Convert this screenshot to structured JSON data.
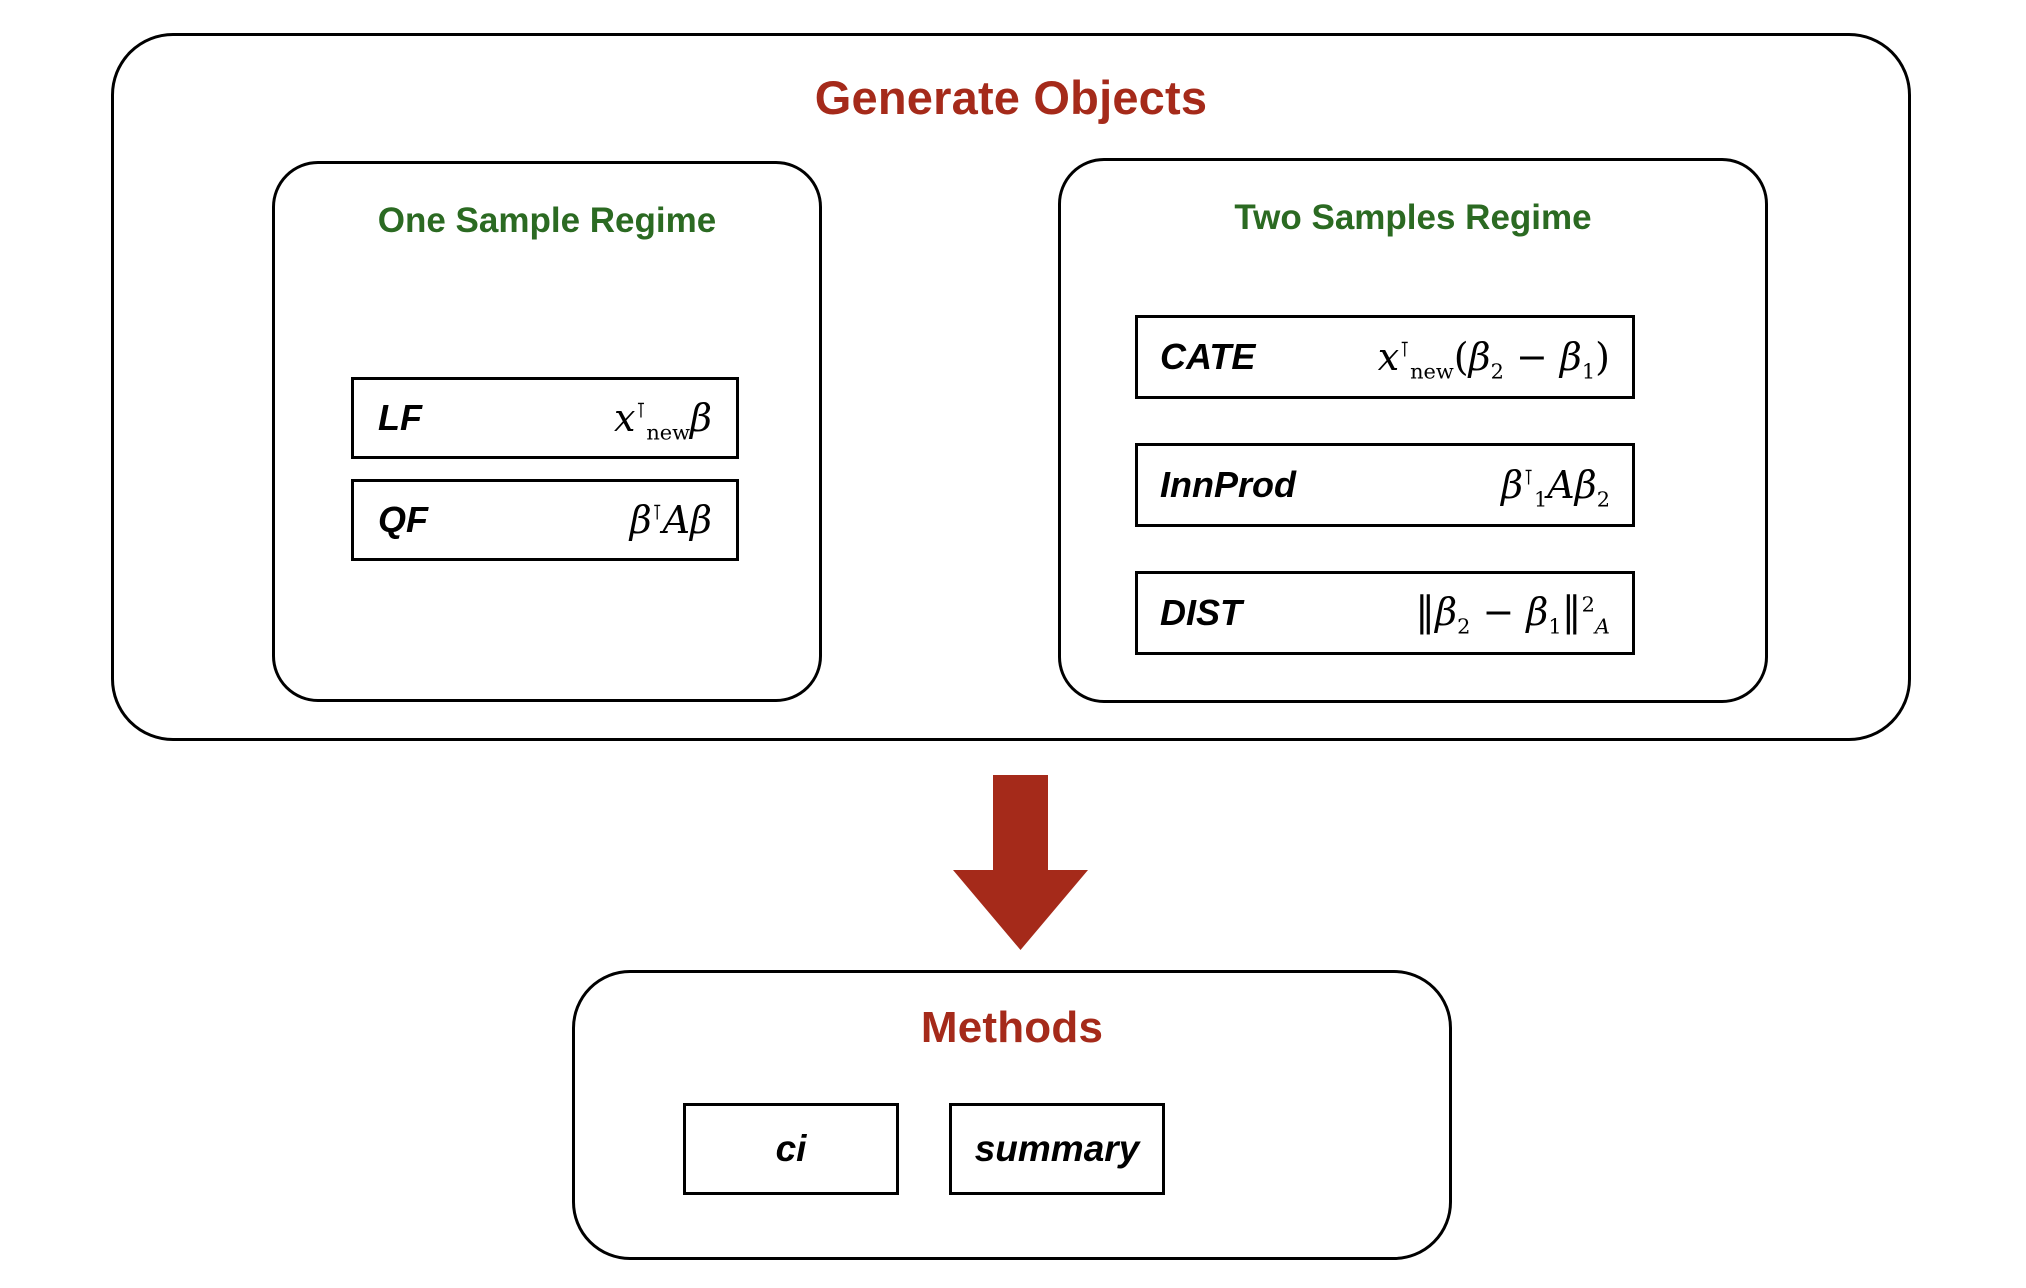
{
  "diagram": {
    "generate_objects": {
      "title": "Generate Objects",
      "title_color": "#A52A1A",
      "regimes": [
        {
          "title": "One Sample Regime",
          "title_color": "#2B6A22",
          "items": [
            {
              "label": "LF",
              "formula_plain": "x_new^T β"
            },
            {
              "label": "QF",
              "formula_plain": "β^T A β"
            }
          ]
        },
        {
          "title": "Two Samples Regime",
          "title_color": "#2B6A22",
          "items": [
            {
              "label": "CATE",
              "formula_plain": "x_new^T(β₂ − β₁)"
            },
            {
              "label": "InnProd",
              "formula_plain": "β₁^T A β₂"
            },
            {
              "label": "DIST",
              "formula_plain": "‖β₂ − β₁‖²_A"
            }
          ]
        }
      ]
    },
    "arrow": {
      "direction": "down",
      "color": "#A52A1A"
    },
    "methods": {
      "title": "Methods",
      "title_color": "#A52A1A",
      "items": [
        {
          "label": "ci"
        },
        {
          "label": "summary"
        }
      ]
    }
  },
  "symbols": {
    "beta": "β",
    "transpose": "⊺",
    "minus": "−",
    "norm_bar": "‖",
    "x": "x",
    "A": "A",
    "new": "new",
    "one": "1",
    "two": "2",
    "sq": "2",
    "lparen": "(",
    "rparen": ")"
  }
}
